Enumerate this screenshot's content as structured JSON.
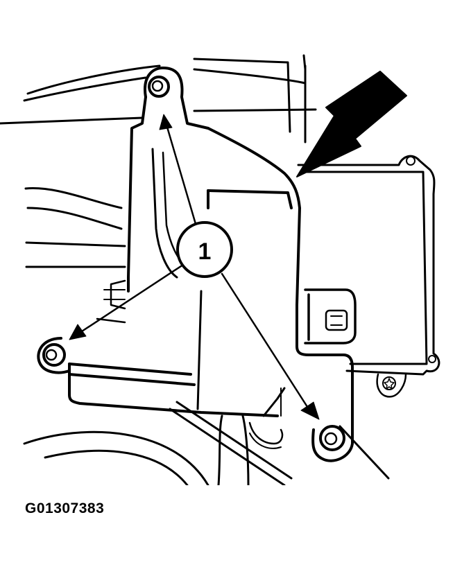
{
  "figure": {
    "id": "G01307383",
    "description": "Module mounting bracket with three retaining bolts",
    "line_color": "#000000",
    "background_color": "#ffffff"
  },
  "callouts": [
    {
      "label": "1",
      "meaning": "Mounting bolts (3)",
      "targets": [
        "upper-bolt",
        "left-bolt",
        "lower-right-bolt"
      ]
    }
  ],
  "pointer_arrow": {
    "direction": "down-left",
    "target": "module-edge"
  },
  "parts": [
    "upper-bolt",
    "left-bolt",
    "lower-right-bolt",
    "module-bracket",
    "electronic-module",
    "connector",
    "star-screw",
    "harness"
  ]
}
